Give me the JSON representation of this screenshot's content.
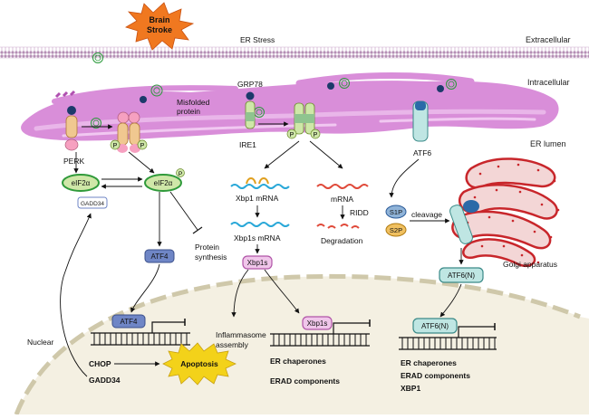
{
  "title_burst": {
    "line1": "Brain",
    "line2": "Stroke"
  },
  "er_stress": "ER Stress",
  "regions": {
    "extracellular": "Extracellular",
    "intracellular": "Intracellular",
    "er_lumen": "ER lumen"
  },
  "labels": {
    "misfolded_protein_1": "Misfolded",
    "misfolded_protein_2": "protein",
    "grp78": "GRP78",
    "perk": "PERK",
    "ire1": "IRE1",
    "atf6": "ATF6",
    "p": "P",
    "eif2a": "eIF2α",
    "gadd34": "GADD34",
    "atf4": "ATF4",
    "protein_synthesis_1": "Protein",
    "protein_synthesis_2": "synthesis",
    "xbp1_mrna": "Xbp1 mRNA",
    "xbp1s_mrna": "Xbp1s mRNA",
    "xbp1s": "Xbp1s",
    "mrna": "mRNA",
    "ridd": "RIDD",
    "degradation": "Degradation",
    "s1p": "S1P",
    "s2p": "S2P",
    "cleavage": "cleavage",
    "golgi": "Golgi apparatus",
    "atf6n": "ATF6(N)",
    "nuclear": "Nuclear",
    "inflammasome_1": "Inflammasome",
    "inflammasome_2": "assembly",
    "apoptosis": "Apoptosis"
  },
  "gene_targets": {
    "perk": [
      "CHOP",
      "GADD34"
    ],
    "ire1": [
      "ER chaperones",
      "ERAD components"
    ],
    "atf6": [
      "ER chaperones",
      "ERAD components",
      "XBP1"
    ]
  },
  "colors": {
    "er": "#d98ed9",
    "membrane": "#c9a0c9",
    "burst": "#f07820",
    "eif2a_fill": "#cfe7a8",
    "eif2a_stroke": "#2f9a3a",
    "atf4_fill": "#6f86c6",
    "xbp1s_fill": "#f0c6ea",
    "xbp1s_stroke": "#b155a8",
    "atf6n_fill": "#bfe6e3",
    "atf6n_stroke": "#3a8a88",
    "apoptosis": "#f3d21a",
    "golgi": "#c8262b",
    "nucleus": "#e7e0c5"
  }
}
